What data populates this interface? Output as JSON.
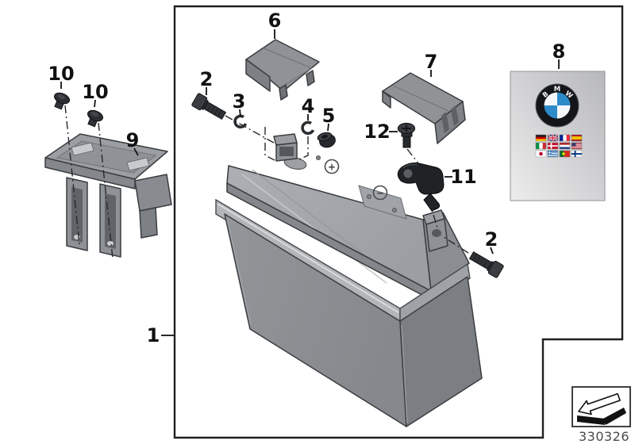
{
  "stamp": {
    "number": "330326",
    "arrow_icon": "direction-arrow-down-left"
  },
  "callouts": {
    "c1": "1",
    "c2_left": "2",
    "c2_right": "2",
    "c3": "3",
    "c4": "4",
    "c5": "5",
    "c6": "6",
    "c7": "7",
    "c8": "8",
    "c9": "9",
    "c10_a": "10",
    "c10_b": "10",
    "c11": "11",
    "c12": "12"
  },
  "battery": {
    "positive_symbol": "+",
    "negative_symbol": "−"
  },
  "logo": {
    "letters": [
      "B",
      "M",
      "W"
    ]
  },
  "flags": [
    "germany",
    "united-kingdom",
    "france",
    "spain",
    "italy",
    "denmark",
    "netherlands",
    "usa",
    "japan",
    "greece",
    "portugal",
    "finland"
  ],
  "colors": {
    "background": "#ffffff",
    "frame_line": "#1f1f1f",
    "part_gray": "#8c8f93",
    "part_gray_dark": "#7c7f83",
    "part_gray_light": "#a8abaf",
    "black_part": "#26292c",
    "bmw_blue": "#2e8bc9",
    "stamp_text": "#4a4a4a"
  }
}
